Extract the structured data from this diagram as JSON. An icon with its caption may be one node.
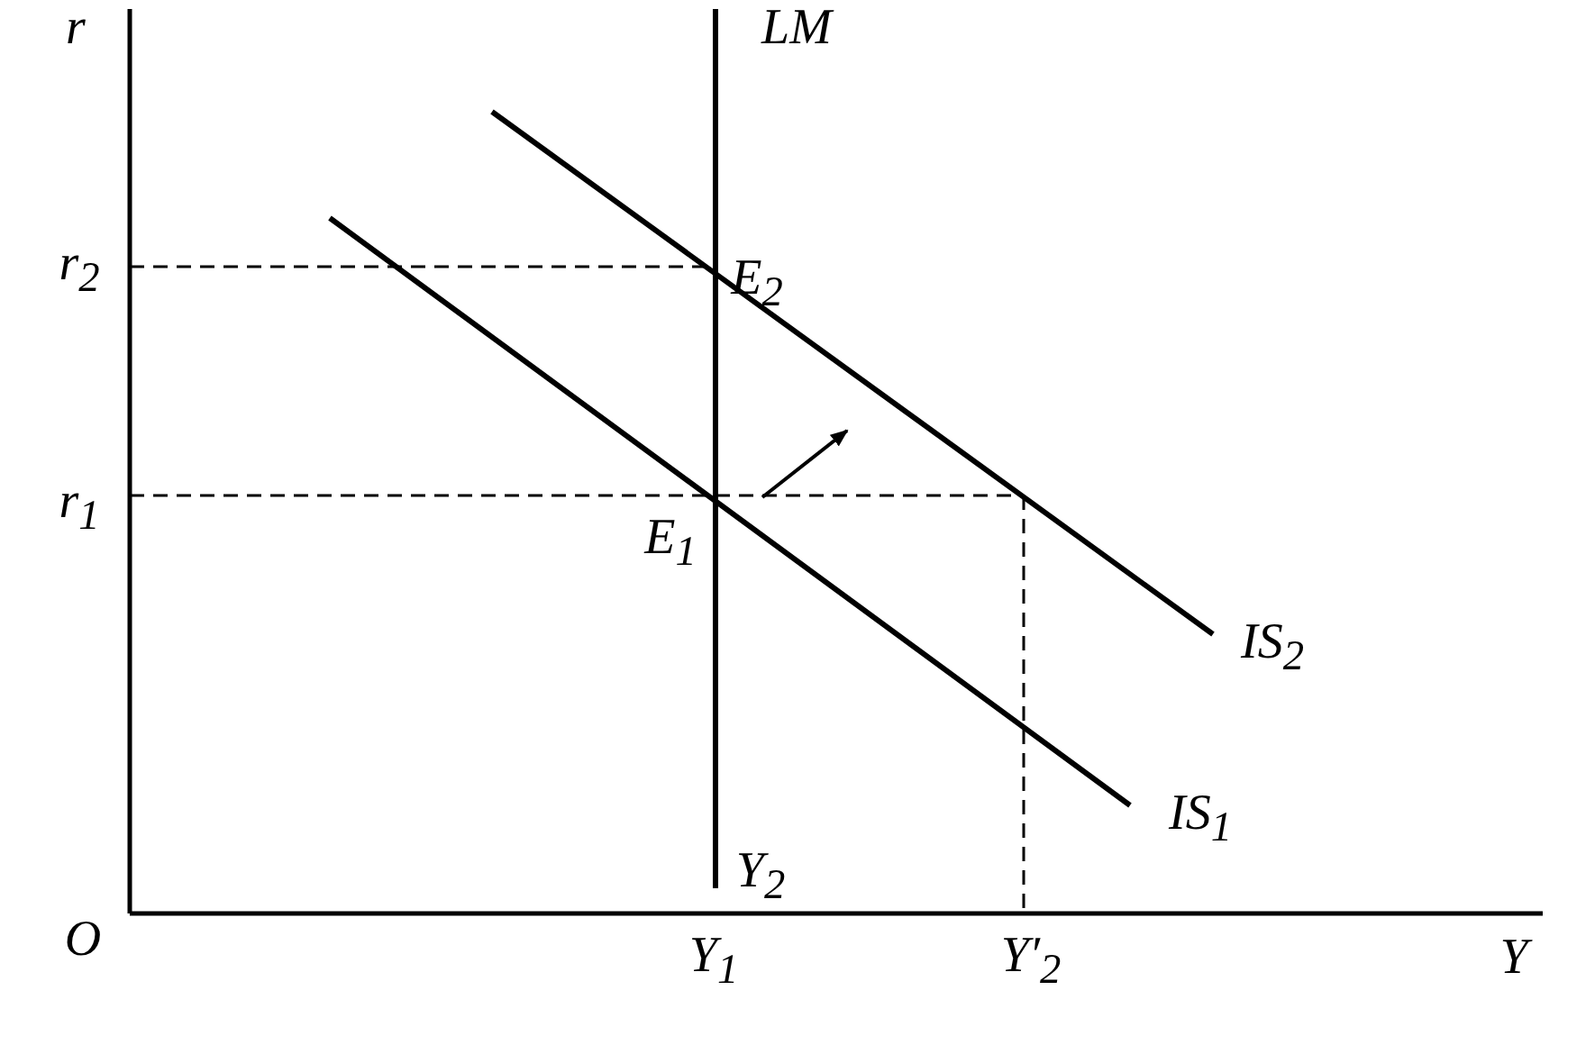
{
  "diagram": {
    "labels": [
      "r",
      "LM",
      "r$_{2}$",
      "E$_{2}$",
      "r$_{1}$",
      "E$_{1}$",
      "IS$_{2}$",
      "IS$_{1}$",
      "Y$_{2}$",
      "O",
      "Y$_{1}$",
      "Y′$_{2}$",
      "Y"
    ]
  }
}
